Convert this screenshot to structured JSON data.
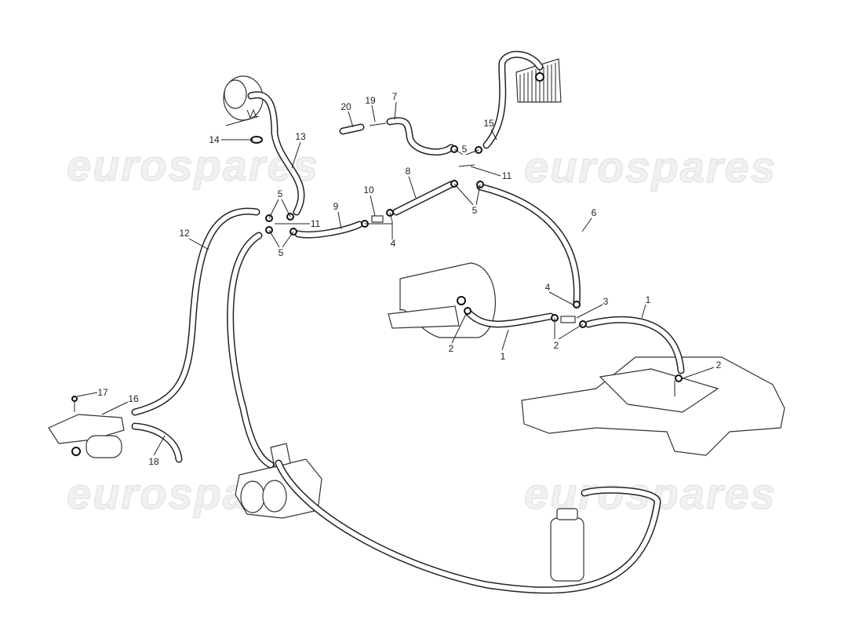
{
  "watermark": "eurospares",
  "callouts": {
    "c20": "20",
    "c19": "19",
    "c7": "7",
    "c15": "15",
    "c5a": "5",
    "c11a": "11",
    "c5b": "5",
    "c8": "8",
    "c10": "10",
    "c9": "9",
    "c4a": "4",
    "c13": "13",
    "c14": "14",
    "c5c": "5",
    "c11b": "11",
    "c5d": "5",
    "c12": "12",
    "c6": "6",
    "c4b": "4",
    "c3": "3",
    "c1a": "1",
    "c1b": "1",
    "c2a": "2",
    "c2b": "2",
    "c2c": "2",
    "c17": "17",
    "c16": "16",
    "c18": "18"
  }
}
